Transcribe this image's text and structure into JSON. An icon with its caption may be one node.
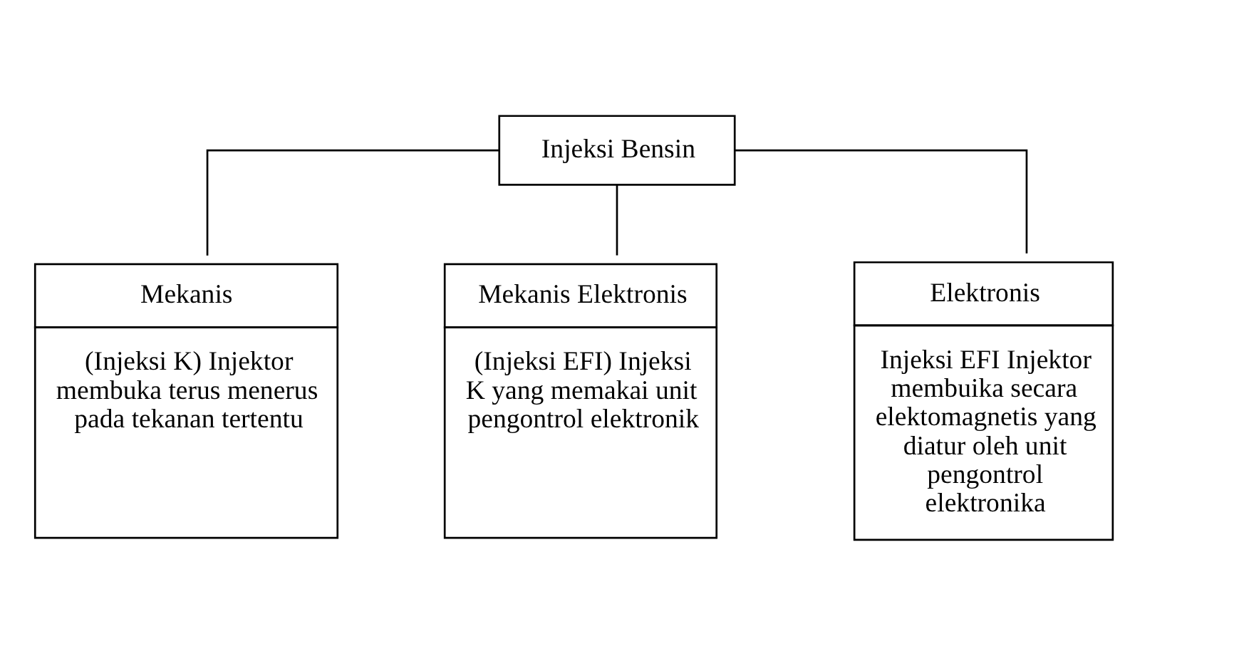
{
  "diagram": {
    "nodes": [
      {
        "text": [
          "Injeksi Bensin"
        ]
      },
      {
        "text": [
          "Mekanis",
          "(Injeksi K) Injektor membuka terus menerus pada tekanan tertentu"
        ]
      },
      {
        "text": [
          "Mekanis Elektronis",
          "(Injeksi EFI) Injeksi K yang memakai unit pengontrol elektronik"
        ]
      },
      {
        "text": [
          "Elektronis",
          "Injeksi EFI Injektor membuika secara elektomagnetis yang diatur oleh unit pengontrol elektronika"
        ]
      }
    ],
    "edges": [
      {
        "from": 0,
        "to": 1,
        "arrow": "none"
      },
      {
        "from": 0,
        "to": 2,
        "arrow": "none"
      },
      {
        "from": 0,
        "to": 3,
        "arrow": "none"
      }
    ]
  }
}
